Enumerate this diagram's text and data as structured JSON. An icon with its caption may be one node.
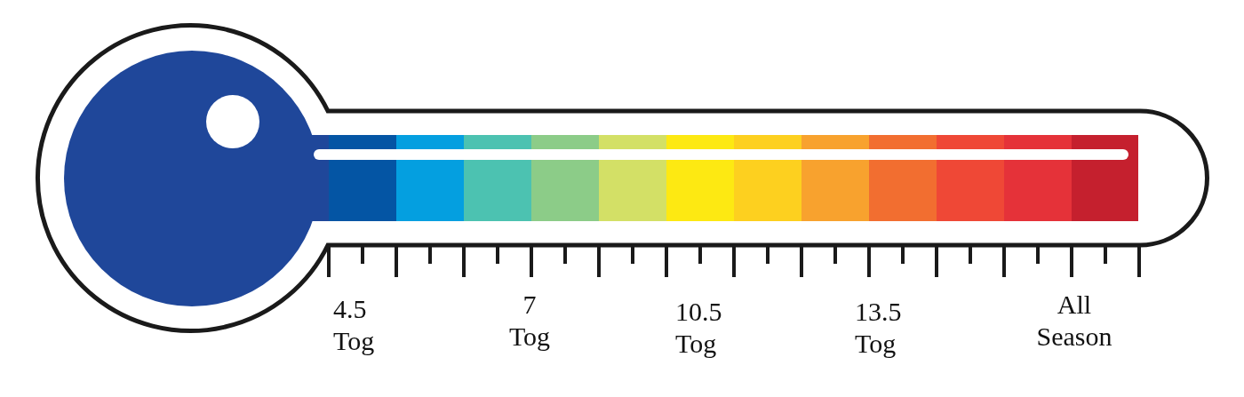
{
  "diagram": {
    "labels": [
      "4.5 Tog",
      "7 Tog",
      "10.5 Tog",
      "13.5 Tog",
      "All Season"
    ]
  }
}
